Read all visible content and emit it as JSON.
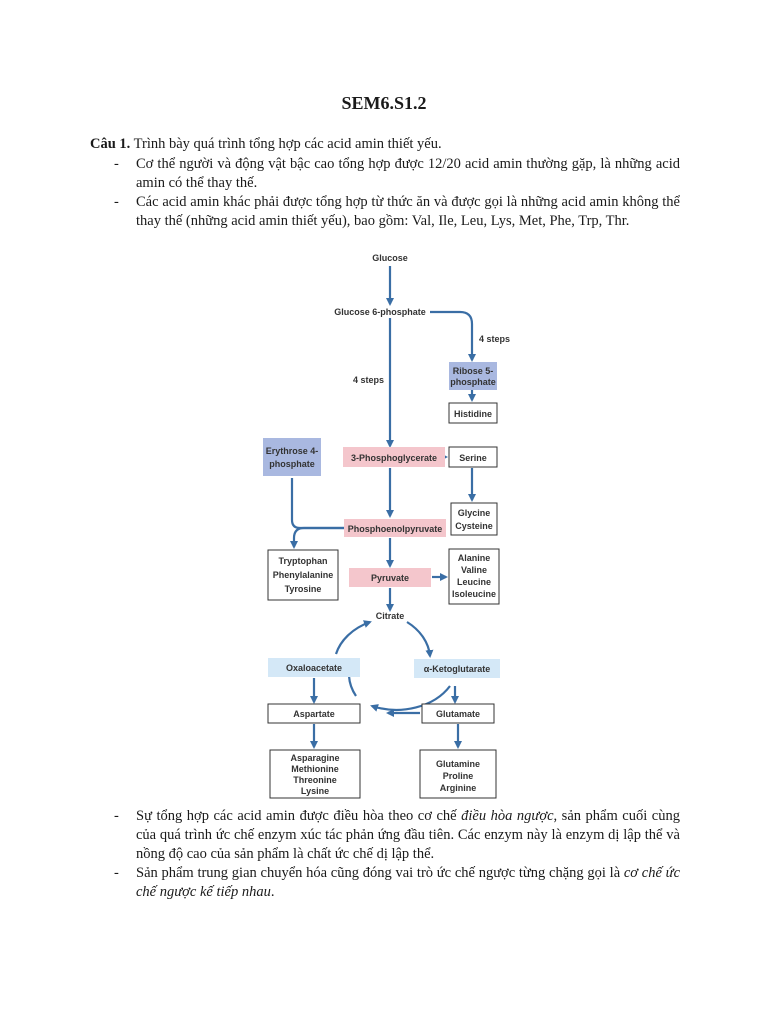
{
  "document": {
    "title": "SEM6.S1.2",
    "question": {
      "label": "Câu 1.",
      "text": "Trình bày quá trình tổng hợp các acid amin thiết yếu."
    },
    "bullets_top": [
      "Cơ thể người và động vật bậc cao tổng hợp được 12/20 acid amin thường gặp, là những acid amin có thể thay thế.",
      "Các acid amin khác phải được tổng hợp từ thức ăn và được gọi là những acid amin không thể thay thế (những acid amin thiết yếu), bao gồm: Val, Ile, Leu, Lys, Met, Phe, Trp, Thr."
    ],
    "bullets_bottom": [
      {
        "before": "Sự tổng hợp các acid amin được điều hòa theo cơ chế ",
        "italic": "điều hòa ngược",
        "after": ", sản phẩm cuối cùng của quá trình ức chế enzym xúc tác phản ứng đầu tiên. Các enzym này là enzym dị lập thể và nồng độ cao của sản phẩm là chất ức chế dị lập thể."
      },
      {
        "before": "Sản phẩm trung gian chuyển hóa cũng đóng vai trò ức chế ngược từng chặng gọi là ",
        "italic": "cơ chế ức chế ngược kế tiếp nhau",
        "after": "."
      }
    ],
    "bullet_dash": "-"
  },
  "diagram": {
    "colors": {
      "arrow": "#3a6ea5",
      "pink": "#f4c6cc",
      "purple": "#a9b8e0",
      "lightblue": "#d4e8f7",
      "box_border": "#333333"
    },
    "nodes": {
      "glucose": "Glucose",
      "g6p": "Glucose 6-phosphate",
      "steps_left": "4 steps",
      "steps_right": "4 steps",
      "ribose_1": "Ribose 5-",
      "ribose_2": "phosphate",
      "histidine": "Histidine",
      "erythrose_1": "Erythrose 4-",
      "erythrose_2": "phosphate",
      "pg3": "3-Phosphoglycerate",
      "serine": "Serine",
      "glycine": "Glycine",
      "cysteine": "Cysteine",
      "pep": "Phosphoenolpyruvate",
      "tryptophan": "Tryptophan",
      "phenylalanine": "Phenylalanine",
      "tyrosine": "Tyrosine",
      "pyruvate": "Pyruvate",
      "alanine": "Alanine",
      "valine": "Valine",
      "leucine": "Leucine",
      "isoleucine": "Isoleucine",
      "citrate": "Citrate",
      "oxaloacetate": "Oxaloacetate",
      "ketoglutarate": "α-Ketoglutarate",
      "aspartate": "Aspartate",
      "glutamate": "Glutamate",
      "asparagine": "Asparagine",
      "methionine": "Methionine",
      "threonine": "Threonine",
      "lysine": "Lysine",
      "glutamine": "Glutamine",
      "proline": "Proline",
      "arginine": "Arginine"
    }
  }
}
